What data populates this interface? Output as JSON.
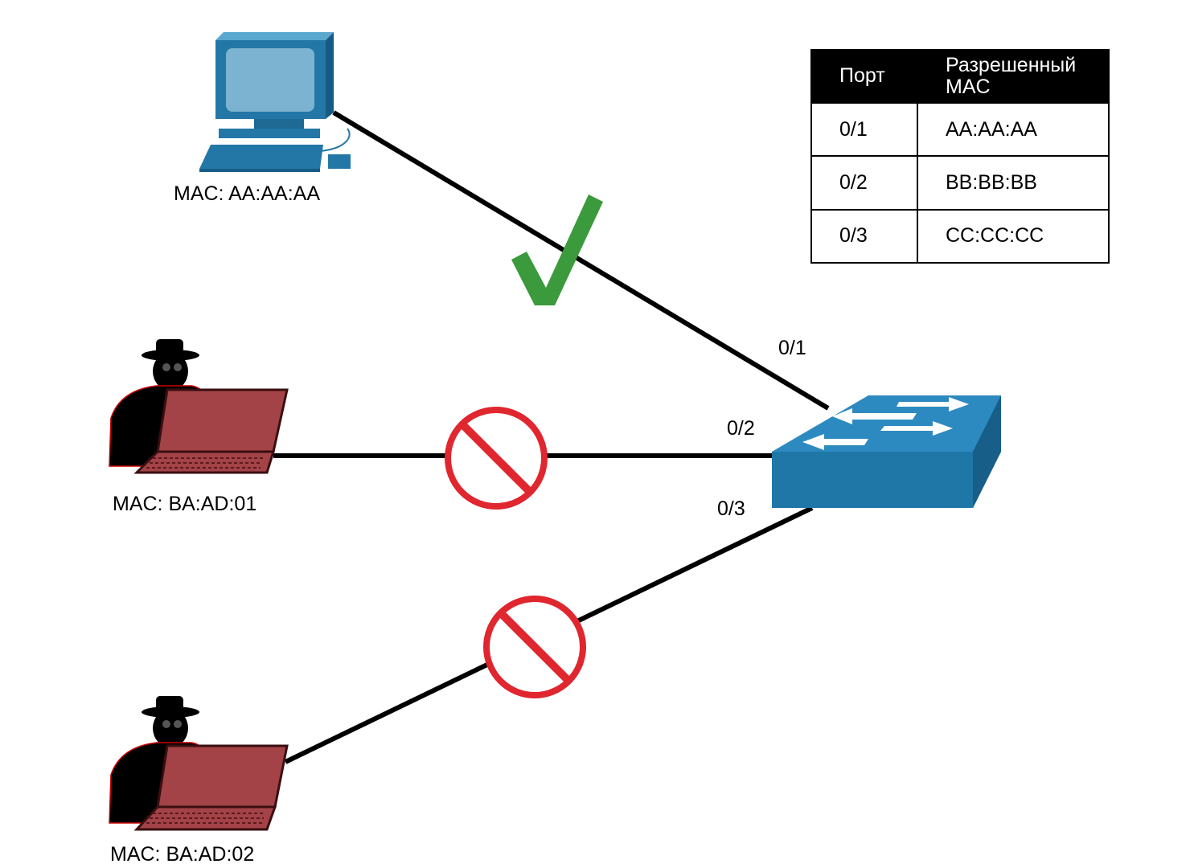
{
  "hosts": {
    "pc": {
      "mac_label": "MAC: AA:AA:AA",
      "icon": "desktop-computer-icon"
    },
    "attacker1": {
      "mac_label": "MAC: BA:AD:01",
      "icon": "hacker-laptop-icon"
    },
    "attacker2": {
      "mac_label": "MAC: BA:AD:02",
      "icon": "hacker-laptop-icon"
    }
  },
  "switch": {
    "icon": "switch-icon"
  },
  "ports": {
    "p1": "0/1",
    "p2": "0/2",
    "p3": "0/3"
  },
  "status_icons": {
    "allowed": "checkmark-icon",
    "blocked": "prohibited-icon"
  },
  "table": {
    "headers": [
      "Порт",
      "Разрешенный MAC"
    ],
    "rows": [
      [
        "0/1",
        "AA:AA:AA"
      ],
      [
        "0/2",
        "BB:BB:BB"
      ],
      [
        "0/3",
        "CC:CC:CC"
      ]
    ]
  },
  "colors": {
    "link": "#000000",
    "allowed": "#3b9a3b",
    "blocked": "#e0262e",
    "switch_front": "#1f77a8",
    "pc_body": "#2377a6",
    "laptop": "#a34347"
  }
}
